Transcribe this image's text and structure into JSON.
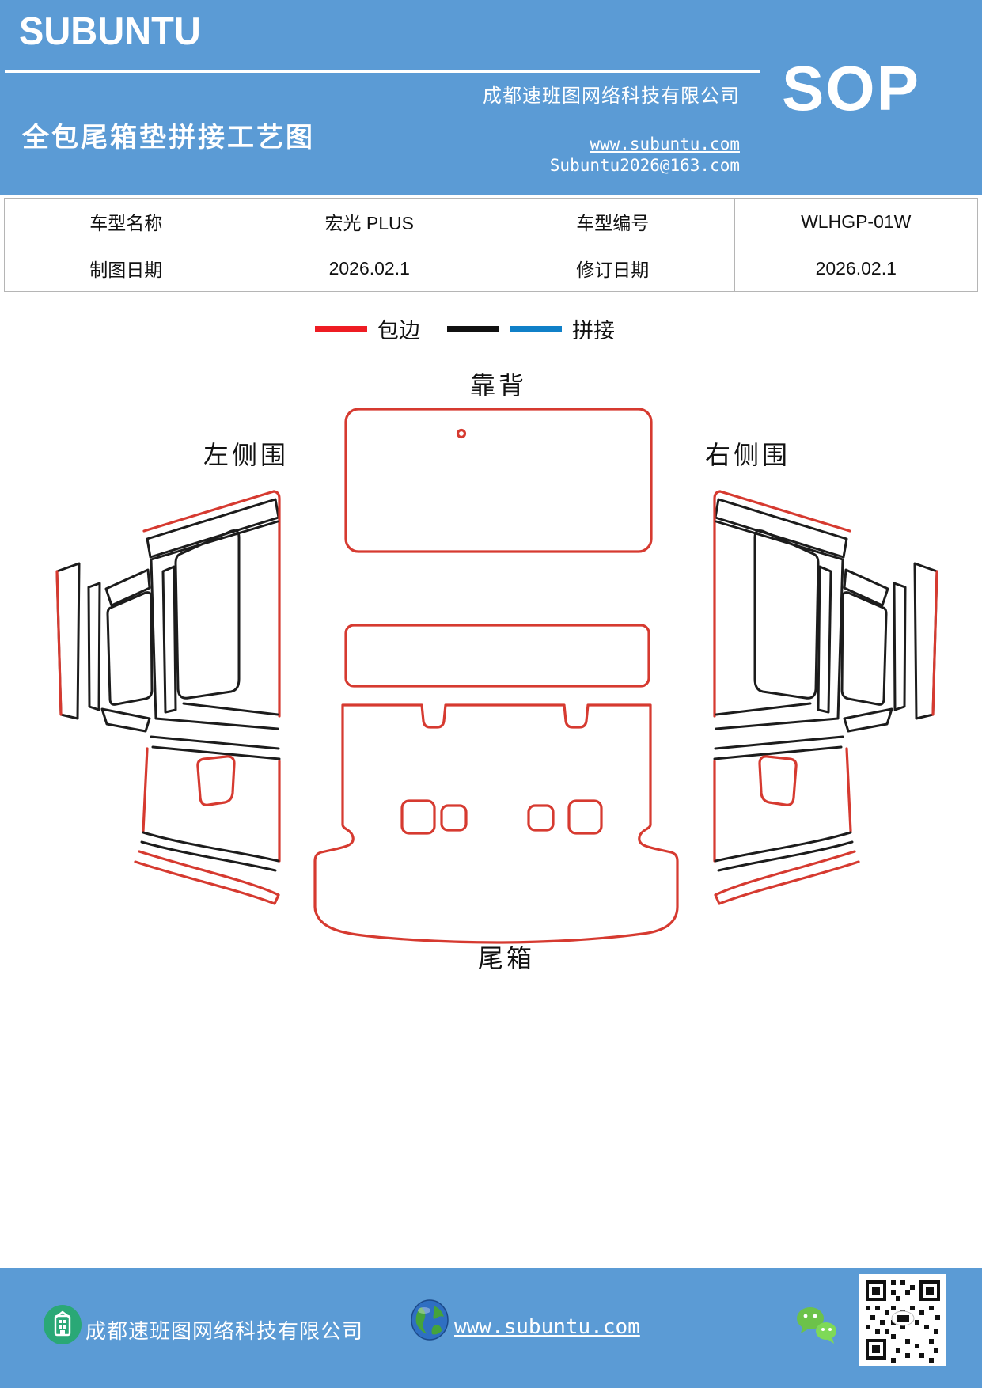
{
  "header": {
    "logo": "SUBUNTU",
    "company": "成都速班图网络科技有限公司",
    "title": "全包尾箱垫拼接工艺图",
    "website": "www.subuntu.com",
    "email": "Subuntu2026@163.com",
    "badge": "SOP",
    "accent_color": "#5b9bd5"
  },
  "info_table": {
    "rows": [
      {
        "label1": "车型名称",
        "value1": "宏光 PLUS",
        "label2": "车型编号",
        "value2": "WLHGP-01W"
      },
      {
        "label1": "制图日期",
        "value1": "2026.02.1",
        "label2": "修订日期",
        "value2": "2026.02.1"
      }
    ]
  },
  "legend": {
    "bind_label": "包边",
    "splice_label": "拼接",
    "red": "#ee1c23",
    "black": "#111111",
    "blue": "#1080c8"
  },
  "diagram": {
    "labels": {
      "backrest": "靠背",
      "left_side": "左侧围",
      "right_side": "右侧围",
      "trunk": "尾箱"
    },
    "colors": {
      "outline_red": "#d63a30",
      "outline_black": "#1c1c1c"
    }
  },
  "footer": {
    "company": "成都速班图网络科技有限公司",
    "website": "www.subuntu.com"
  }
}
